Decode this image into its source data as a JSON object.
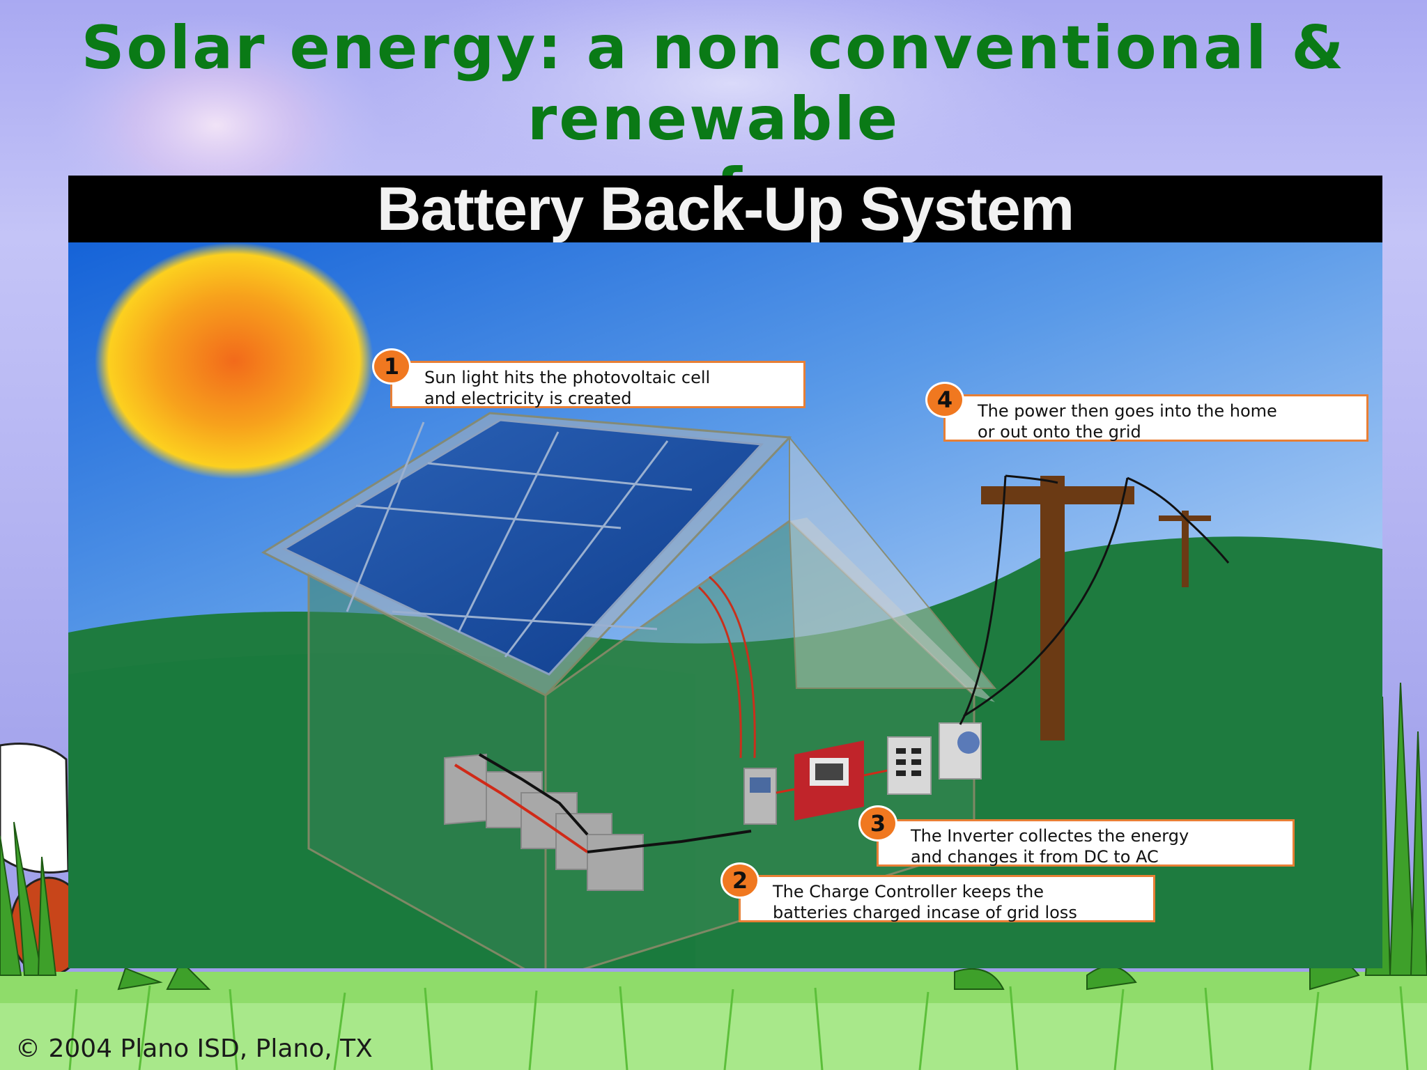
{
  "slide": {
    "title_line1": "Solar energy: a non conventional & renewable",
    "title_line2": "source of energy",
    "copyright": "© 2004 Plano ISD, Plano, TX"
  },
  "diagram": {
    "title": "Battery Back-Up System",
    "callouts": [
      {
        "number": "1",
        "line1": "Sun light hits the photovoltaic cell",
        "line2": "and electricity is created"
      },
      {
        "number": "2",
        "line1": "The Charge Controller keeps the",
        "line2": "batteries charged incase of grid loss"
      },
      {
        "number": "3",
        "line1": "The Inverter collectes the energy",
        "line2": "and changes it from DC to AC"
      },
      {
        "number": "4",
        "line1": "The power then goes into the home",
        "line2": "or out onto the grid"
      }
    ]
  },
  "colors": {
    "title_green": "#0a7a16",
    "callout_orange": "#f07820",
    "sky_blue": "#1a73e0",
    "grass_green": "#1e7b3f"
  }
}
